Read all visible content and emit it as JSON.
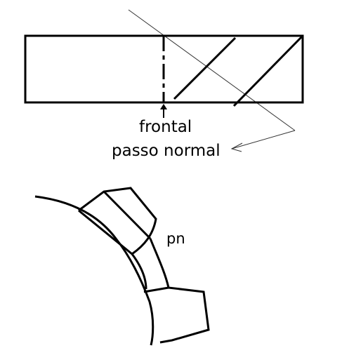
{
  "labels": {
    "frontal": "frontal",
    "passo_normal": "passo normal",
    "pn": "pn"
  },
  "colors": {
    "ink": "#000000",
    "thin_line": "#333333",
    "background": "#ffffff"
  }
}
